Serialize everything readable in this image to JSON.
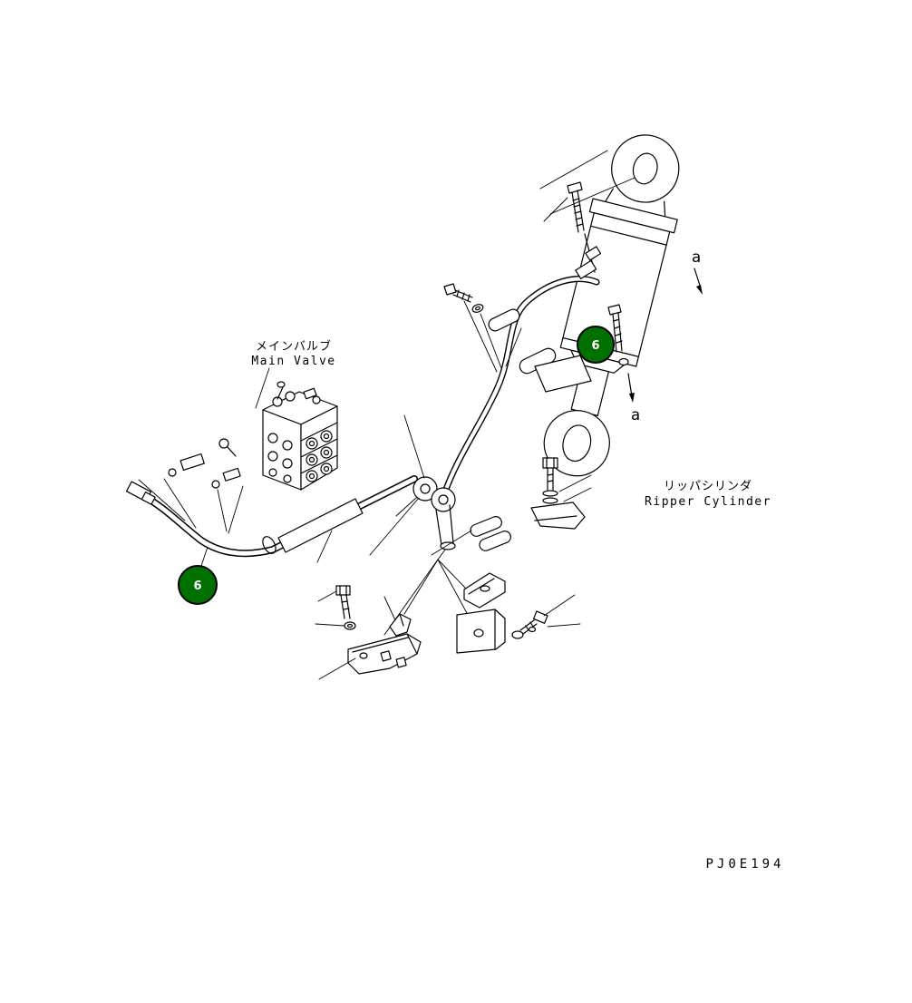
{
  "labels": {
    "main_valve": {
      "jp": "メインバルブ",
      "en": "Main Valve"
    },
    "ripper_cylinder": {
      "jp": "リッパシリンダ",
      "en": "Ripper Cylinder"
    },
    "view_a_upper": "a",
    "view_a_lower": "a",
    "drawing_code": "PJ0E194"
  },
  "balloons": {
    "color": "#007000",
    "upper": {
      "label": "6"
    },
    "lower": {
      "label": "6"
    }
  },
  "colors": {
    "line": "#000000",
    "background": "#ffffff"
  }
}
